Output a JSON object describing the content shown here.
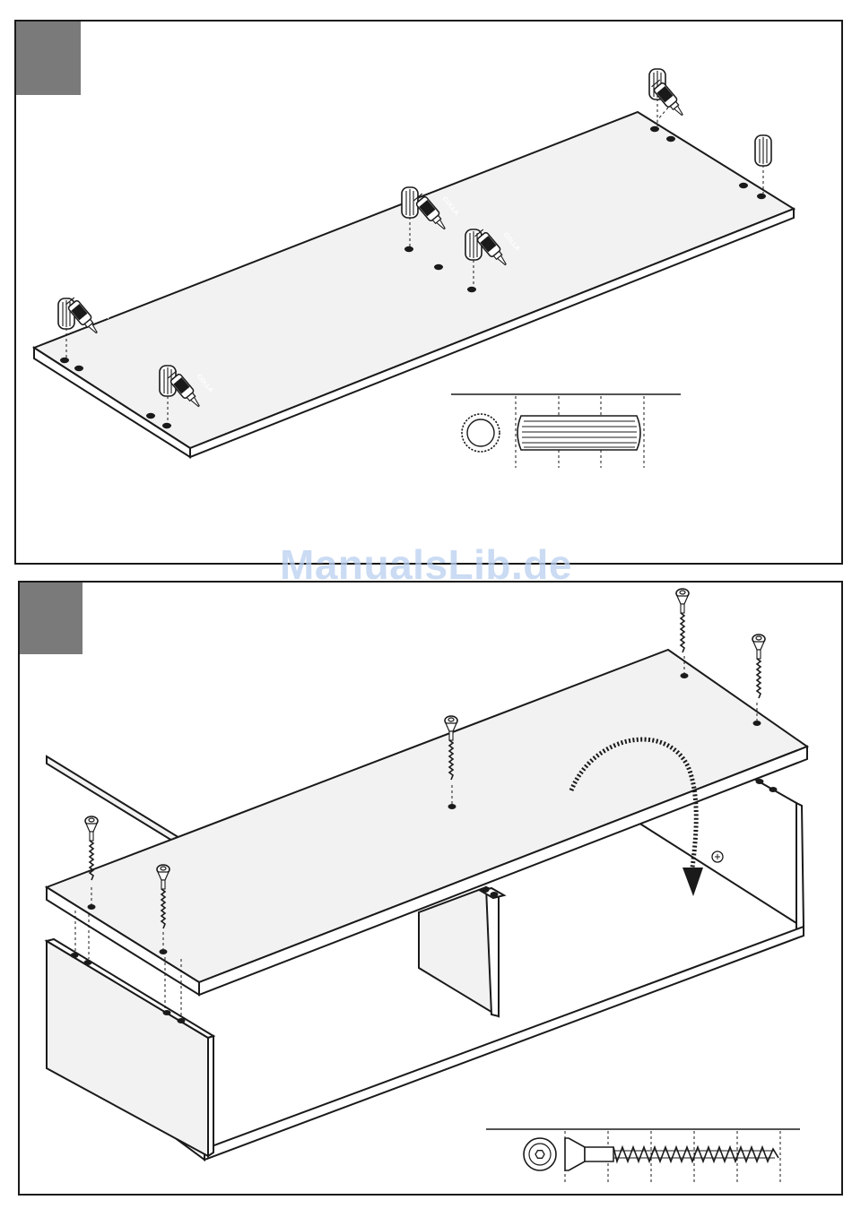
{
  "glue_label": "COLLA",
  "watermark": "ManualsLib.de",
  "colors": {
    "line": "#1a1a1a",
    "panel_fill": "#f2f2f2",
    "badge": "#7a7a7a",
    "watermark": "#b9cff0"
  },
  "step1": {
    "parts": [
      "wooden-dowel",
      "glue-bottle",
      "flat-panel"
    ],
    "dowel_count": 6
  },
  "step2": {
    "parts": [
      "countersunk-screw",
      "cabinet-top-panel",
      "cabinet-body"
    ],
    "screw_count": 5,
    "action": "flip-over-arrow"
  }
}
